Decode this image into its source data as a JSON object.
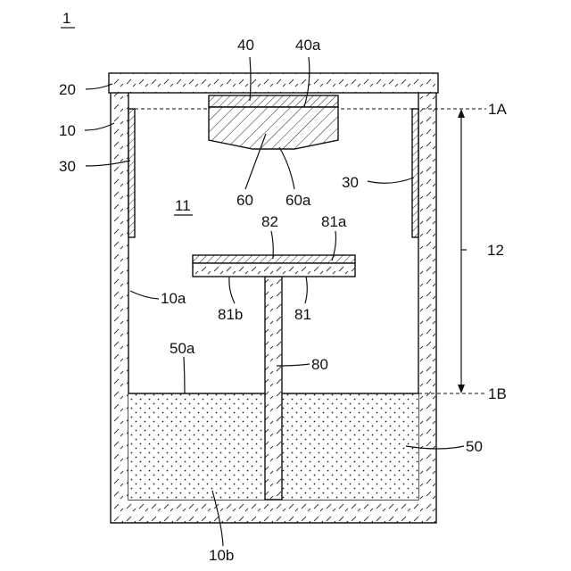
{
  "figure": {
    "number": "1",
    "labels": {
      "cover": "20",
      "vessel": "10",
      "left_shield": "30",
      "right_shield": "30",
      "target": "40",
      "target_surface": "40a",
      "holder": "60",
      "holder_surface": "60a",
      "space": "11",
      "plate_top": "82",
      "plate_surface": "81a",
      "inner_wall": "10a",
      "plate_bottom": "81b",
      "plate": "81",
      "liquid_surface": "50a",
      "shaft": "80",
      "liquid": "50",
      "bottom": "10b",
      "level_a": "1A",
      "level_b": "1B",
      "distance": "12"
    }
  }
}
